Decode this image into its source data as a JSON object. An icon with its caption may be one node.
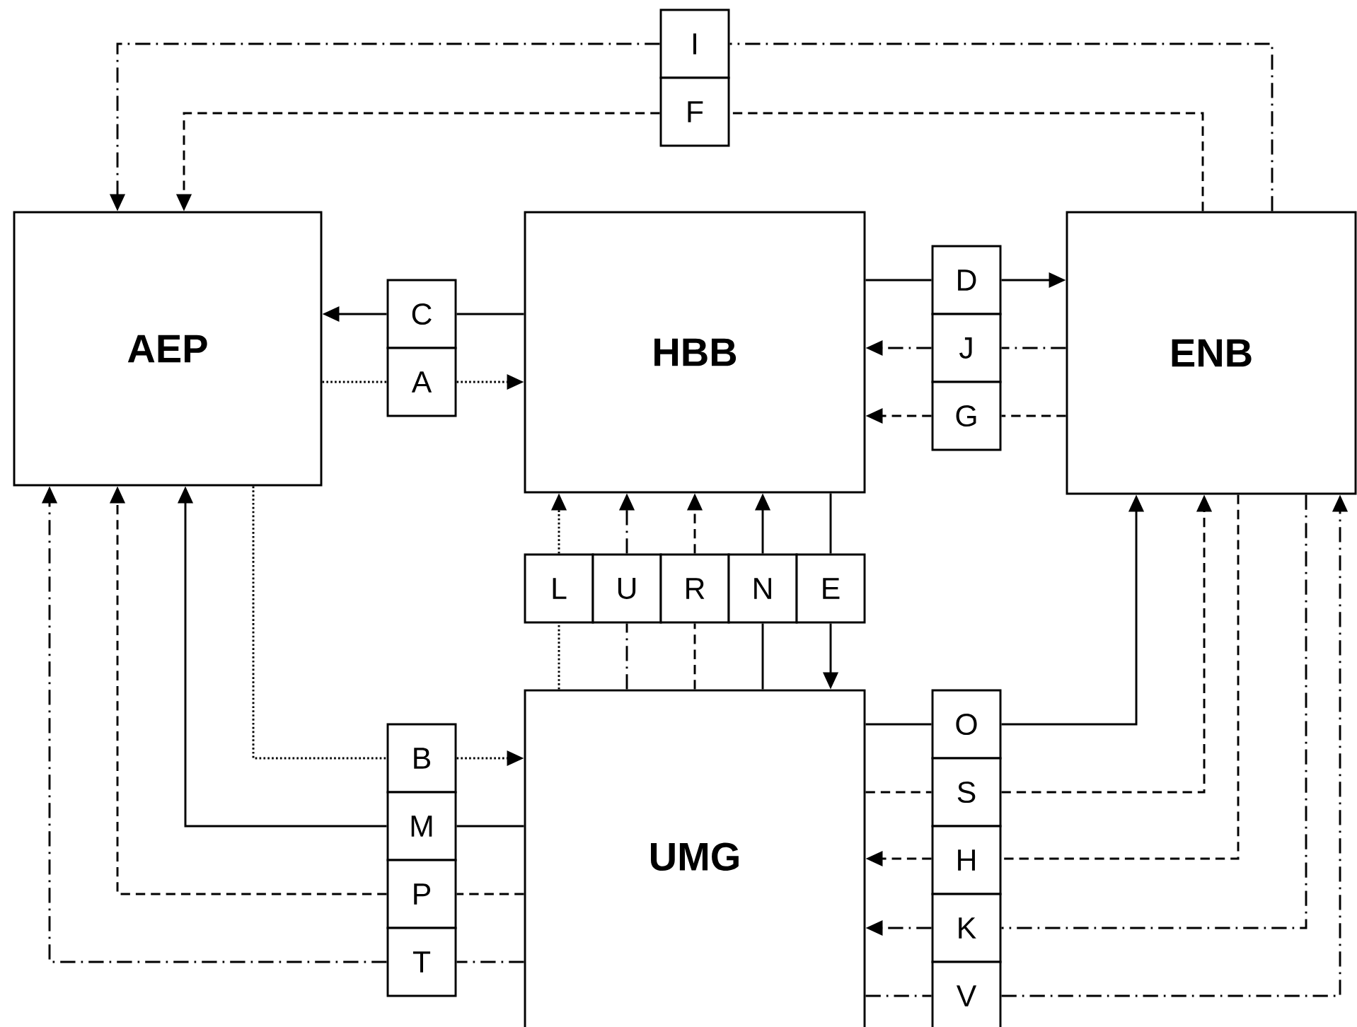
{
  "diagram": {
    "nodes": [
      {
        "text": [
          "AEP"
        ]
      },
      {
        "text": [
          "HBB"
        ]
      },
      {
        "text": [
          "ENB"
        ]
      },
      {
        "text": [
          "UMG"
        ]
      },
      {
        "text": [
          "I"
        ]
      },
      {
        "text": [
          "F"
        ]
      },
      {
        "text": [
          "C"
        ]
      },
      {
        "text": [
          "A"
        ]
      },
      {
        "text": [
          "D"
        ]
      },
      {
        "text": [
          "J"
        ]
      },
      {
        "text": [
          "G"
        ]
      },
      {
        "text": [
          "L"
        ]
      },
      {
        "text": [
          "U"
        ]
      },
      {
        "text": [
          "R"
        ]
      },
      {
        "text": [
          "N"
        ]
      },
      {
        "text": [
          "E"
        ]
      },
      {
        "text": [
          "B"
        ]
      },
      {
        "text": [
          "M"
        ]
      },
      {
        "text": [
          "P"
        ]
      },
      {
        "text": [
          "T"
        ]
      },
      {
        "text": [
          "O"
        ]
      },
      {
        "text": [
          "S"
        ]
      },
      {
        "text": [
          "H"
        ]
      },
      {
        "text": [
          "K"
        ]
      },
      {
        "text": [
          "V"
        ]
      }
    ],
    "edges": [
      {
        "from": 2,
        "to": 4,
        "arrow": "none",
        "style": "dashed"
      },
      {
        "from": 4,
        "to": 0,
        "arrow": "to",
        "style": "dashed"
      },
      {
        "from": 2,
        "to": 5,
        "arrow": "none",
        "style": "dashed"
      },
      {
        "from": 5,
        "to": 0,
        "arrow": "to",
        "style": "dashed"
      },
      {
        "from": 1,
        "to": 6,
        "arrow": "none"
      },
      {
        "from": 6,
        "to": 0,
        "arrow": "to"
      },
      {
        "from": 0,
        "to": 7,
        "arrow": "none",
        "style": "dashed"
      },
      {
        "from": 7,
        "to": 1,
        "arrow": "to",
        "style": "dashed"
      },
      {
        "from": 1,
        "to": 8,
        "arrow": "none"
      },
      {
        "from": 8,
        "to": 2,
        "arrow": "to"
      },
      {
        "from": 2,
        "to": 9,
        "arrow": "none",
        "style": "dashed"
      },
      {
        "from": 9,
        "to": 1,
        "arrow": "to",
        "style": "dashed"
      },
      {
        "from": 2,
        "to": 10,
        "arrow": "none",
        "style": "dashed"
      },
      {
        "from": 10,
        "to": 1,
        "arrow": "to",
        "style": "dashed"
      },
      {
        "from": 3,
        "to": 11,
        "arrow": "none",
        "style": "dashed"
      },
      {
        "from": 11,
        "to": 1,
        "arrow": "to",
        "style": "dashed"
      },
      {
        "from": 3,
        "to": 12,
        "arrow": "none",
        "style": "dashed"
      },
      {
        "from": 12,
        "to": 1,
        "arrow": "to",
        "style": "dashed"
      },
      {
        "from": 3,
        "to": 13,
        "arrow": "none",
        "style": "dashed"
      },
      {
        "from": 13,
        "to": 1,
        "arrow": "to",
        "style": "dashed"
      },
      {
        "from": 3,
        "to": 14,
        "arrow": "none"
      },
      {
        "from": 14,
        "to": 1,
        "arrow": "to"
      },
      {
        "from": 1,
        "to": 15,
        "arrow": "none"
      },
      {
        "from": 15,
        "to": 3,
        "arrow": "to"
      },
      {
        "from": 0,
        "to": 16,
        "arrow": "none",
        "style": "dashed"
      },
      {
        "from": 16,
        "to": 3,
        "arrow": "to",
        "style": "dashed"
      },
      {
        "from": 3,
        "to": 17,
        "arrow": "none"
      },
      {
        "from": 17,
        "to": 0,
        "arrow": "to"
      },
      {
        "from": 3,
        "to": 18,
        "arrow": "none",
        "style": "dashed"
      },
      {
        "from": 18,
        "to": 0,
        "arrow": "to",
        "style": "dashed"
      },
      {
        "from": 3,
        "to": 19,
        "arrow": "none",
        "style": "dashed"
      },
      {
        "from": 19,
        "to": 0,
        "arrow": "to",
        "style": "dashed"
      },
      {
        "from": 3,
        "to": 20,
        "arrow": "none"
      },
      {
        "from": 20,
        "to": 2,
        "arrow": "to"
      },
      {
        "from": 3,
        "to": 21,
        "arrow": "none",
        "style": "dashed"
      },
      {
        "from": 21,
        "to": 2,
        "arrow": "to",
        "style": "dashed"
      },
      {
        "from": 2,
        "to": 22,
        "arrow": "none",
        "style": "dashed"
      },
      {
        "from": 22,
        "to": 3,
        "arrow": "to",
        "style": "dashed"
      },
      {
        "from": 2,
        "to": 23,
        "arrow": "none",
        "style": "dashed"
      },
      {
        "from": 23,
        "to": 3,
        "arrow": "to",
        "style": "dashed"
      },
      {
        "from": 3,
        "to": 24,
        "arrow": "none",
        "style": "dashed"
      },
      {
        "from": 24,
        "to": 2,
        "arrow": "to",
        "style": "dashed"
      }
    ]
  }
}
